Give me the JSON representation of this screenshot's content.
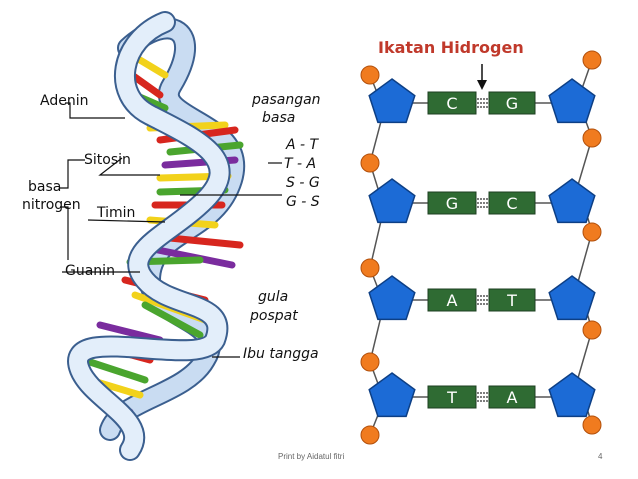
{
  "left_diagram": {
    "labels": {
      "adenin": "Adenin",
      "sitosin": "Sitosin",
      "basa": "basa",
      "nitrogen": "nitrogen",
      "timin": "Timin",
      "guanin": "Guanin",
      "pasangan": "pasangan",
      "basa_pair": "basa",
      "pair_at": "A - T",
      "pair_ta": "T - A",
      "pair_sg": "S - G",
      "pair_gs": "G - S",
      "gula": "gula",
      "pospat": "pospat",
      "ibu_tangga": "Ibu tangga"
    },
    "colors": {
      "ribbon": "#c9dcf2",
      "ribbon_edge": "#3b5f8f",
      "base_red": "#d7261e",
      "base_purple": "#7a2c9e",
      "base_yellow": "#f2d21b",
      "base_green": "#4aa52e"
    }
  },
  "right_diagram": {
    "title": "Ikatan Hidrogen",
    "pairs": [
      {
        "left": "C",
        "right": "G"
      },
      {
        "left": "G",
        "right": "C"
      },
      {
        "left": "A",
        "right": "T"
      },
      {
        "left": "T",
        "right": "A"
      }
    ],
    "colors": {
      "title": "#c0392b",
      "pentagon": "#1c6bd6",
      "phosphate": "#f07b1f",
      "base_box": "#2f6b33",
      "base_text": "#ffffff"
    }
  },
  "footer": {
    "credit": "Print by Aidatul fitri",
    "page_number": "4"
  }
}
